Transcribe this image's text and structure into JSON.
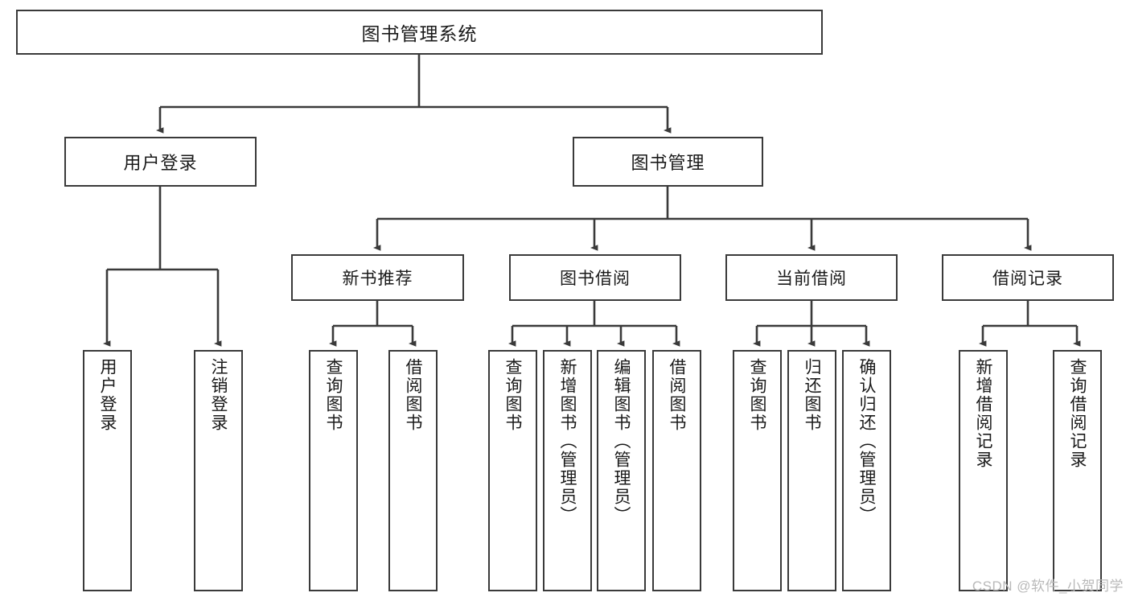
{
  "diagram": {
    "title": "图书管理系统",
    "watermark": "CSDN @软件_小贺同学",
    "stroke_color": "#3a3a3a",
    "text_color": "#1a1a1a",
    "background_color": "#ffffff",
    "root": {
      "label": "图书管理系统"
    },
    "level1": [
      {
        "label": "用户登录"
      },
      {
        "label": "图书管理"
      }
    ],
    "level2": [
      {
        "label": "新书推荐"
      },
      {
        "label": "图书借阅"
      },
      {
        "label": "当前借阅"
      },
      {
        "label": "借阅记录"
      }
    ],
    "leaves": {
      "user_login": [
        {
          "label": "用户登录"
        },
        {
          "label": "注销登录"
        }
      ],
      "new_book_recommend": [
        {
          "label": "查询图书"
        },
        {
          "label": "借阅图书"
        }
      ],
      "book_borrow": [
        {
          "label": "查询图书"
        },
        {
          "label": "新增图书（管理员）"
        },
        {
          "label": "编辑图书（管理员）"
        },
        {
          "label": "借阅图书"
        }
      ],
      "current_borrow": [
        {
          "label": "查询图书"
        },
        {
          "label": "归还图书"
        },
        {
          "label": "确认归还（管理员）"
        }
      ],
      "borrow_record": [
        {
          "label": "新增借阅记录"
        },
        {
          "label": "查询借阅记录"
        }
      ]
    }
  }
}
